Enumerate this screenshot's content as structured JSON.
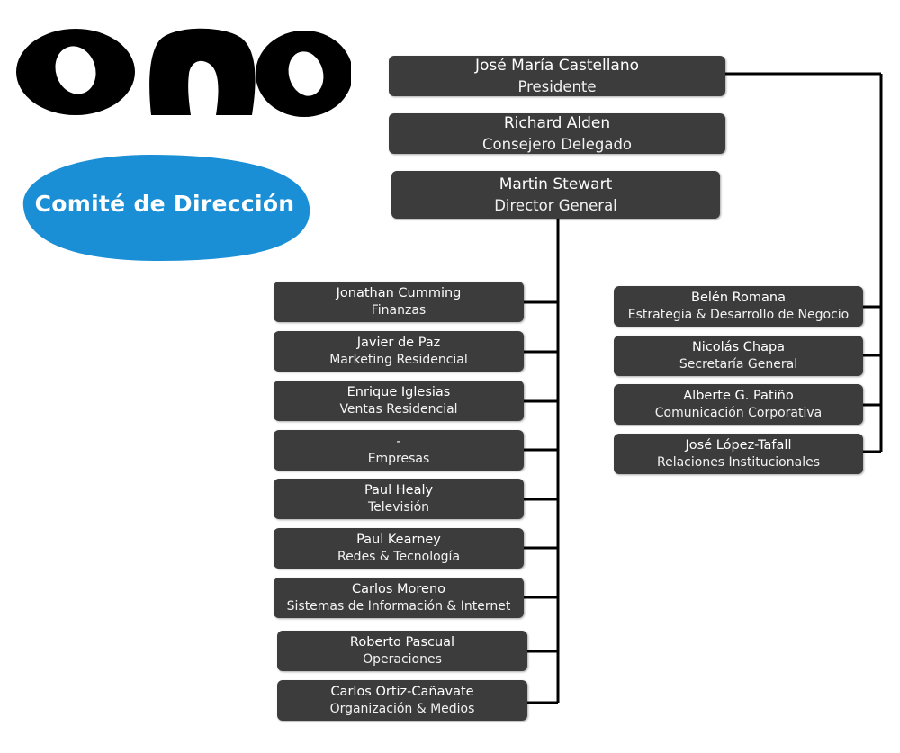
{
  "logo": {
    "text": "ONO"
  },
  "badge": {
    "text": "Comité de Dirección",
    "color": "#1a8fd6"
  },
  "colors": {
    "box": "#3c3c3c",
    "line": "#000000"
  },
  "executives": [
    {
      "name": "José María Castellano",
      "role": "Presidente"
    },
    {
      "name": "Richard Alden",
      "role": "Consejero Delegado"
    },
    {
      "name": "Martin Stewart",
      "role": "Director General"
    }
  ],
  "left_reports": [
    {
      "name": "Jonathan Cumming",
      "role": "Finanzas"
    },
    {
      "name": "Javier de Paz",
      "role": "Marketing Residencial"
    },
    {
      "name": "Enrique Iglesias",
      "role": "Ventas Residencial"
    },
    {
      "name": "-",
      "role": "Empresas"
    },
    {
      "name": "Paul Healy",
      "role": "Televisión"
    },
    {
      "name": "Paul Kearney",
      "role": "Redes & Tecnología"
    },
    {
      "name": "Carlos Moreno",
      "role": "Sistemas de Información & Internet"
    },
    {
      "name": "Roberto Pascual",
      "role": "Operaciones"
    },
    {
      "name": "Carlos Ortiz-Cañavate",
      "role": "Organización & Medios"
    }
  ],
  "right_reports": [
    {
      "name": "Belén Romana",
      "role": "Estrategia & Desarrollo de Negocio"
    },
    {
      "name": "Nicolás Chapa",
      "role": "Secretaría General"
    },
    {
      "name": "Alberte G. Patiño",
      "role": "Comunicación Corporativa"
    },
    {
      "name": "José López-Tafall",
      "role": "Relaciones Institucionales"
    }
  ]
}
